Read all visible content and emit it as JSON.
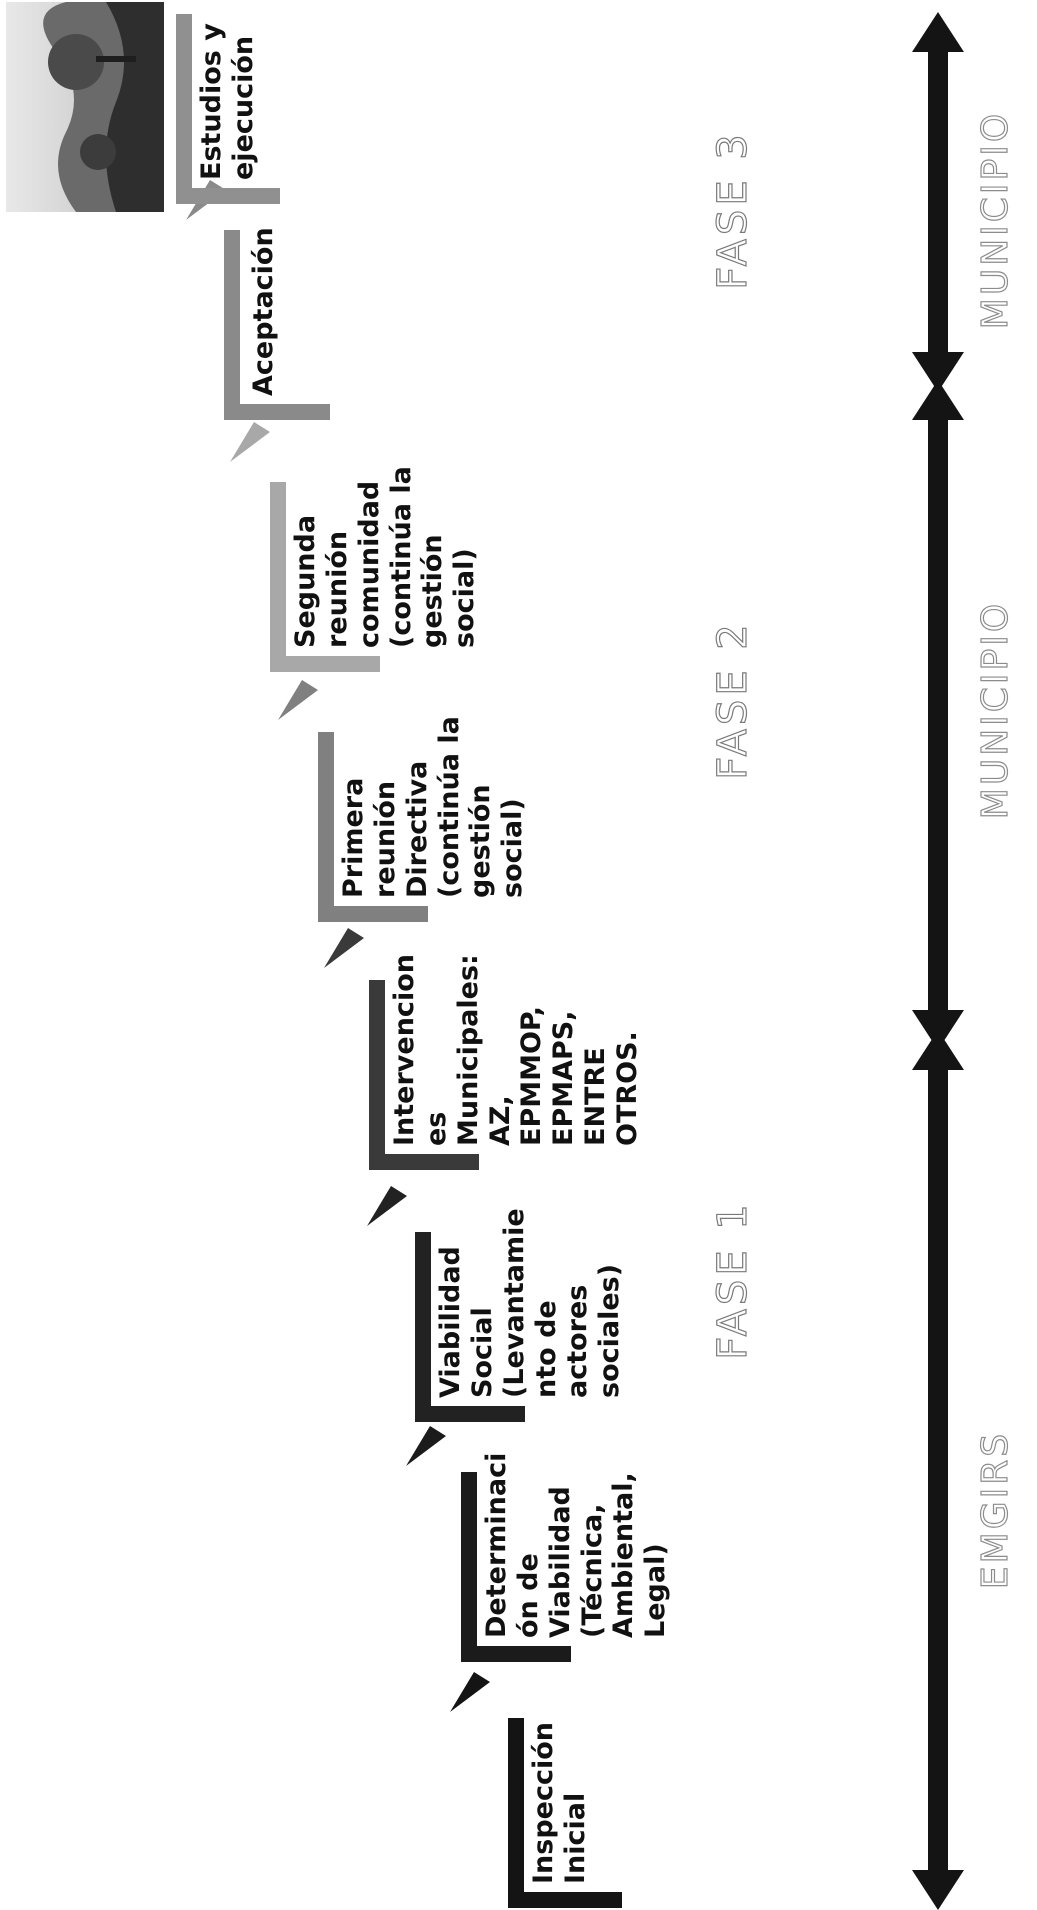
{
  "steps": [
    {
      "label": "Inspección\nInicial",
      "color": "#141414"
    },
    {
      "label": "Determinaci\nón de\nViabilidad\n(Técnica,\nAmbiental,\nLegal)",
      "color": "#1b1b1b"
    },
    {
      "label": "Viabilidad\nSocial\n(Levantamie\nnto de\nactores\nsociales)",
      "color": "#222222"
    },
    {
      "label": "Intervencion\nes\nMunicipales:\nAZ,\nEPMMOP,\nEPMAPS,\nENTRE\nOTROS.",
      "color": "#3a3a3a"
    },
    {
      "label": "Primera\nreunión\nDirectiva\n(continúa la\ngestión\nsocial)",
      "color": "#808080"
    },
    {
      "label": "Segunda\nreunión\ncomunidad\n(continúa la\ngestión\nsocial)",
      "color": "#a8a8a8"
    },
    {
      "label": "Aceptación",
      "color": "#8a8a8a"
    },
    {
      "label": "Estudios y\nejecución",
      "color": "#909090"
    }
  ],
  "phases": [
    {
      "label": "FASE 1",
      "owner": "EMGIRS"
    },
    {
      "label": "FASE 2",
      "owner": "MUNICIPIO"
    },
    {
      "label": "FASE 3",
      "owner": "MUNICIPIO"
    }
  ],
  "colors": {
    "arrow": "#141414",
    "phase_text_stroke": "#7a7a7a"
  },
  "photo": {
    "icon": "landscape-photo"
  }
}
